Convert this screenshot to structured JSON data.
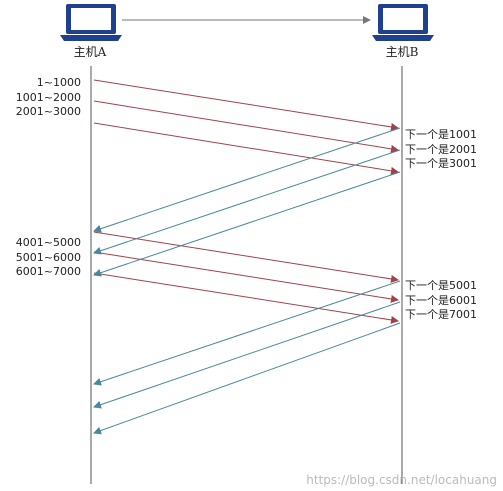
{
  "hosts": {
    "a": {
      "label": "主机A"
    },
    "b": {
      "label": "主机B"
    }
  },
  "sequence_labels": [
    {
      "text": "1~1000"
    },
    {
      "text": "1001~2000"
    },
    {
      "text": "2001~3000"
    },
    {
      "text": "4001~5000"
    },
    {
      "text": "5001~6000"
    },
    {
      "text": "6001~7000"
    }
  ],
  "ack_labels": [
    {
      "text": "下一个是1001"
    },
    {
      "text": "下一个是2001"
    },
    {
      "text": "下一个是3001"
    },
    {
      "text": "下一个是5001"
    },
    {
      "text": "下一个是6001"
    },
    {
      "text": "下一个是7001"
    }
  ],
  "watermark": "https://blog.csdn.net/locahuang",
  "colors": {
    "data_arrow": "#a0424a",
    "ack_arrow": "#4a86a0",
    "lifeline": "#555555",
    "laptop": "#1f3f8f",
    "host_arrow": "#777777"
  }
}
